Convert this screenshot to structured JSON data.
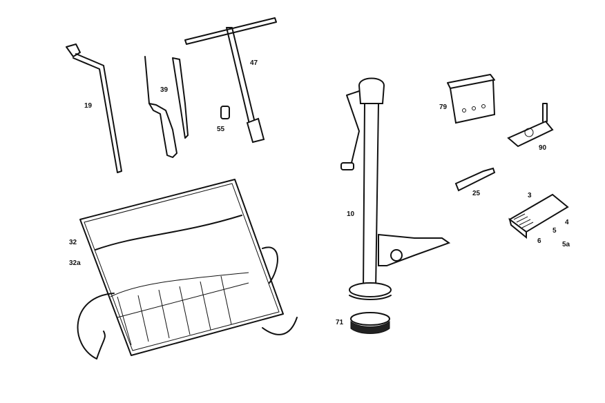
{
  "title": "Tool kit exploded parts diagram",
  "parts": {
    "wheel_brace": "19",
    "screwdrivers": "39",
    "t_handle_wrench": "47",
    "socket": "55",
    "tool_roll": "32",
    "tool_roll_alt": "32a",
    "jack": "10",
    "jack_base_ring": "71",
    "bracket": "79",
    "jack_holder": "90",
    "pin": "25",
    "fuse_box": "3",
    "fuse_4": "4",
    "fuse_5": "5",
    "fuse_5a": "5a",
    "fuse_6": "6"
  }
}
